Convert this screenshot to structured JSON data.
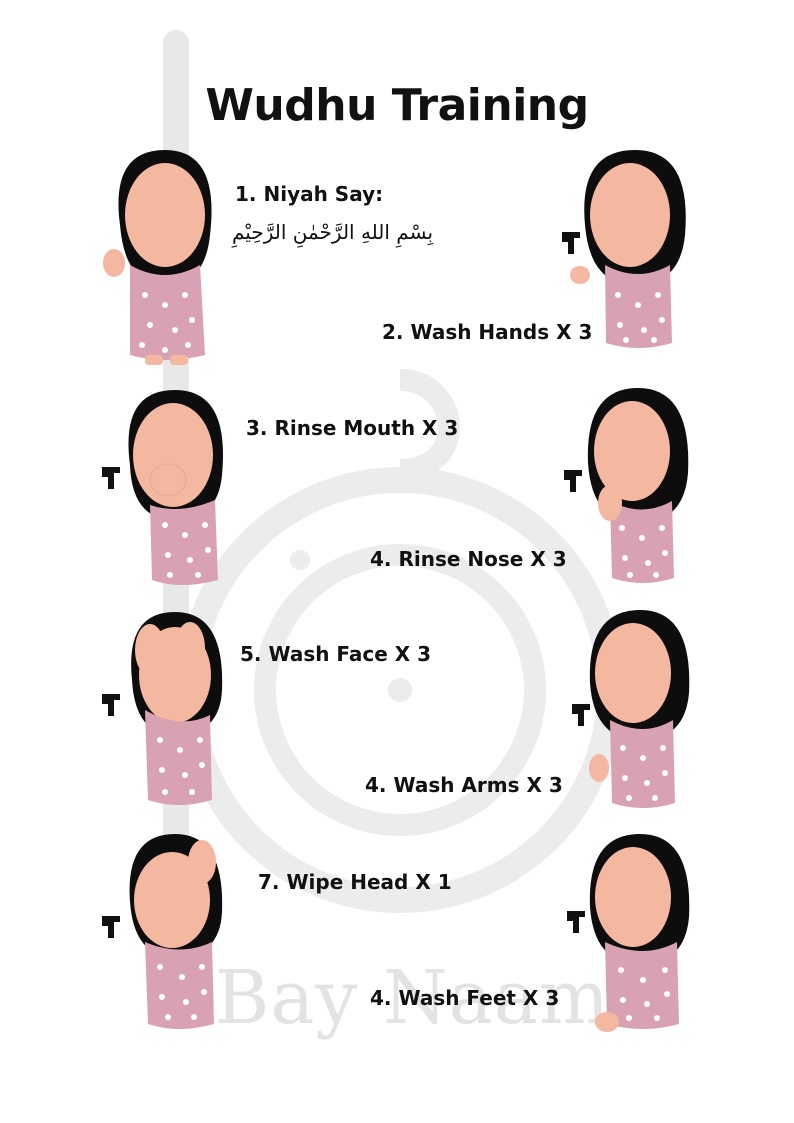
{
  "watermark": {
    "text": "Bay Naam"
  },
  "title": "Wudhu Training",
  "basmala": "بِسْمِ اللهِ الرَّحْمٰنِ الرَّحِيْمِ",
  "steps": [
    {
      "label": "1. Niyah Say:"
    },
    {
      "label": "2. Wash Hands X 3"
    },
    {
      "label": "3. Rinse Mouth X 3"
    },
    {
      "label": "4. Rinse Nose X 3"
    },
    {
      "label": "5. Wash Face X 3"
    },
    {
      "label": "4. Wash Arms X 3"
    },
    {
      "label": "7. Wipe Head X 1"
    },
    {
      "label": "4. Wash Feet X 3"
    }
  ],
  "colors": {
    "hijab": "#0d0d0d",
    "skin": "#f4b7a0",
    "dress": "#d8a2b3",
    "dots": "#ffffff",
    "watermark": "#e3e3e3"
  }
}
